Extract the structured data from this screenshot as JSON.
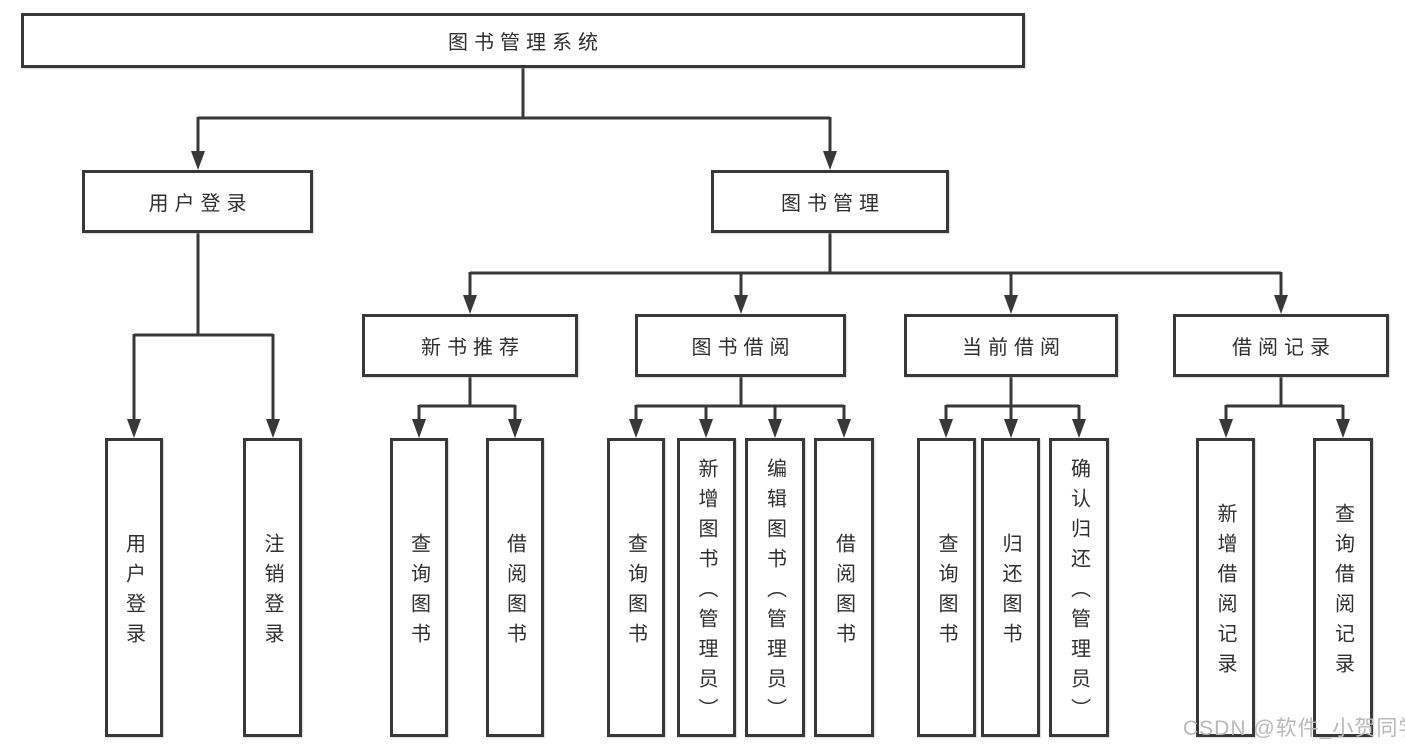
{
  "diagram_type": "hierarchy-tree",
  "colors": {
    "line": "#383838",
    "box_border": "#383838",
    "box_background": "#ffffff",
    "text": "#2f2f2f",
    "watermark": "#b9b9b9"
  },
  "nodes": {
    "root": {
      "label": "图书管理系统"
    },
    "level2": [
      {
        "label": "用户登录"
      },
      {
        "label": "图书管理"
      }
    ],
    "level3": [
      {
        "label": "新书推荐"
      },
      {
        "label": "图书借阅"
      },
      {
        "label": "当前借阅"
      },
      {
        "label": "借阅记录"
      }
    ],
    "leaves": [
      {
        "label": "用户登录",
        "parent": "用户登录"
      },
      {
        "label": "注销登录",
        "parent": "用户登录"
      },
      {
        "label": "查询图书",
        "parent": "新书推荐"
      },
      {
        "label": "借阅图书",
        "parent": "新书推荐"
      },
      {
        "label": "查询图书",
        "parent": "图书借阅"
      },
      {
        "label": "新增图书（管理员）",
        "parent": "图书借阅"
      },
      {
        "label": "编辑图书（管理员）",
        "parent": "图书借阅"
      },
      {
        "label": "借阅图书",
        "parent": "图书借阅"
      },
      {
        "label": "查询图书",
        "parent": "当前借阅"
      },
      {
        "label": "归还图书",
        "parent": "当前借阅"
      },
      {
        "label": "确认归还（管理员）",
        "parent": "当前借阅"
      },
      {
        "label": "新增借阅记录",
        "parent": "借阅记录"
      },
      {
        "label": "查询借阅记录",
        "parent": "借阅记录"
      }
    ]
  },
  "watermark": "CSDN @软件_小贺同学"
}
